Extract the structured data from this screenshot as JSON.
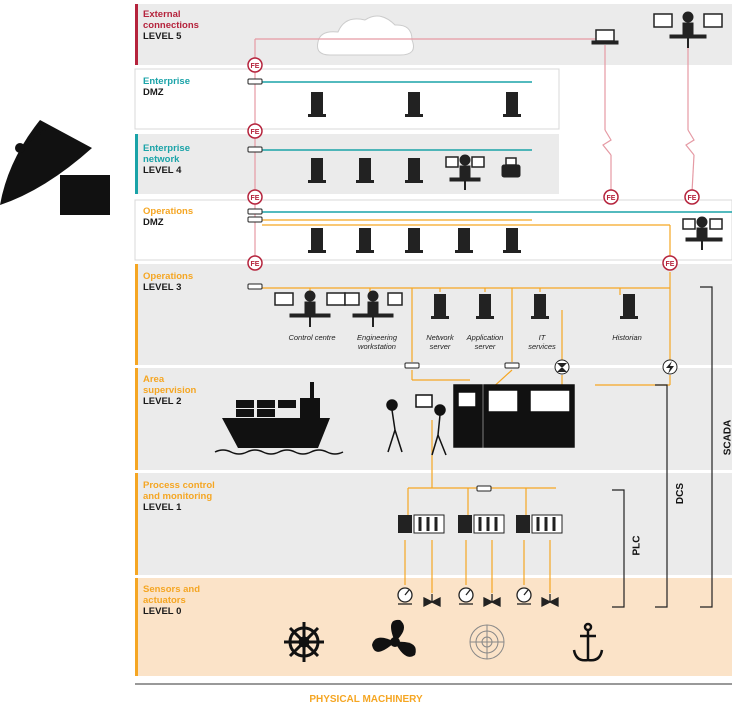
{
  "levels": [
    {
      "title": "External\nconnections",
      "level": "LEVEL 5",
      "accent": "#b5233c"
    },
    {
      "title": "Enterprise",
      "level": "DMZ",
      "accent": "#1aa3a8"
    },
    {
      "title": "Enterprise\nnetwork",
      "level": "LEVEL 4",
      "accent": "#1aa3a8"
    },
    {
      "title": "Operations",
      "level": "DMZ",
      "accent": "#f5a623"
    },
    {
      "title": "Operations",
      "level": "LEVEL 3",
      "accent": "#f5a623"
    },
    {
      "title": "Area\nsupervision",
      "level": "LEVEL 2",
      "accent": "#f5a623"
    },
    {
      "title": "Process control\nand monitoring",
      "level": "LEVEL 1",
      "accent": "#f5a623"
    },
    {
      "title": "Sensors and\nactuators",
      "level": "LEVEL 0",
      "accent": "#f5a623"
    }
  ],
  "captions": {
    "control_centre": "Control centre",
    "engineering": "Engineering\nworkstation",
    "network_server": "Network\nserver",
    "application_server": "Application\nserver",
    "it_services": "IT\nservices",
    "historian": "Historian"
  },
  "brackets": {
    "plc": "PLC",
    "dcs": "DCS",
    "scada": "SCADA"
  },
  "footer": "PHYSICAL MACHINERY",
  "colors": {
    "crimson": "#b5233c",
    "teal": "#1aa3a8",
    "orange": "#f5a623",
    "band": "#ebebeb",
    "sensor_band": "#fbe3c8",
    "pink_line": "#e59aa4"
  }
}
